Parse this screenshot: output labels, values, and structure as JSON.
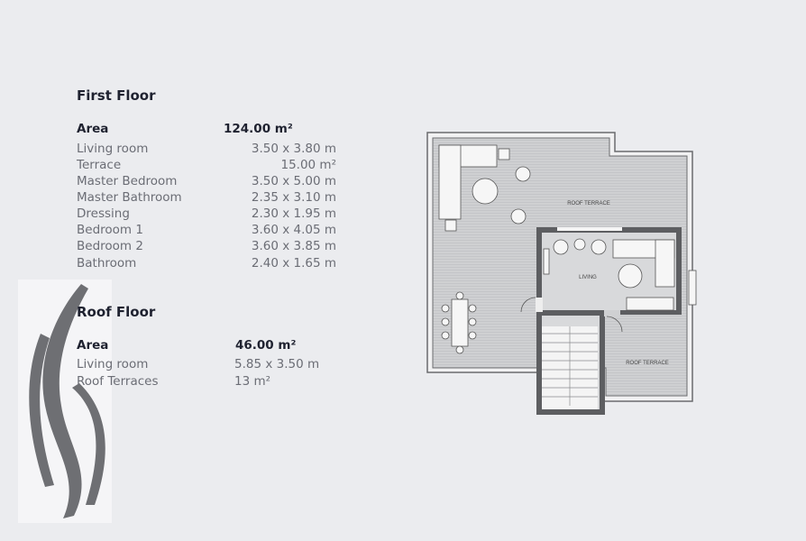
{
  "first_floor": {
    "title": "First Floor",
    "area_label": "Area",
    "area_value": "124.00 m²",
    "rooms": [
      {
        "name": "Living room",
        "size": "3.50  x  3.80 m"
      },
      {
        "name": "Terrace",
        "size": "15.00 m²"
      },
      {
        "name": "Master Bedroom",
        "size": "3.50  x  5.00 m"
      },
      {
        "name": "Master Bathroom",
        "size": "2.35  x  3.10 m"
      },
      {
        "name": "Dressing",
        "size": "2.30  x  1.95 m"
      },
      {
        "name": "Bedroom 1",
        "size": "3.60  x  4.05 m"
      },
      {
        "name": "Bedroom 2",
        "size": "3.60  x  3.85 m"
      },
      {
        "name": "Bathroom",
        "size": "2.40  x  1.65 m"
      }
    ]
  },
  "roof_floor": {
    "title": "Roof Floor",
    "area_label": "Area",
    "area_value": "46.00 m²",
    "rooms": [
      {
        "name": "Living room",
        "size": "5.85  x  3.50 m"
      },
      {
        "name": "Roof Terraces",
        "size": "13 m²"
      }
    ]
  },
  "plan": {
    "labels": {
      "roof_terrace_1": "ROOF TERRACE",
      "living": "LIVING",
      "roof_terrace_2": "ROOF TERRACE"
    }
  }
}
